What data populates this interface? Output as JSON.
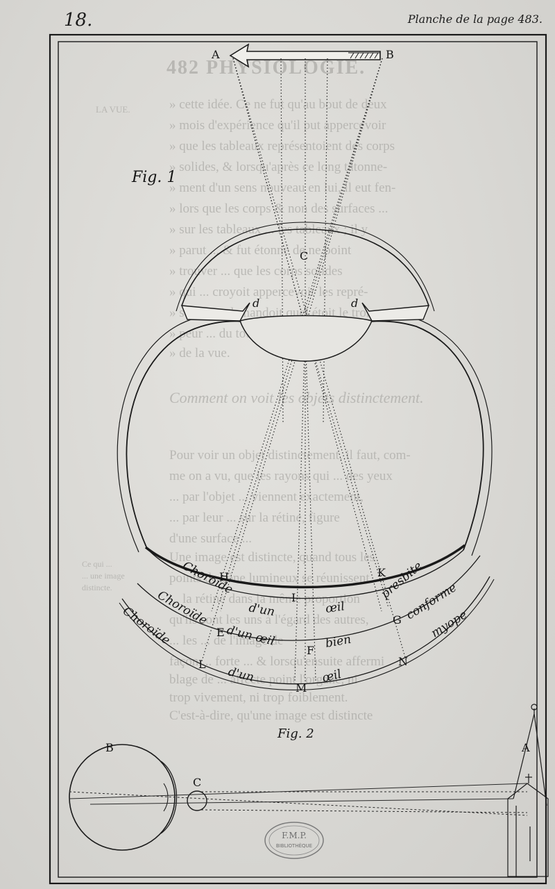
{
  "header": {
    "page_number": "18.",
    "plate_caption": "Planche de la page 483."
  },
  "bleed_through": {
    "title": "482 PHYSIOLOGIE.",
    "margin_note": "LA VUE.",
    "heading": "Comment on voit les objets distinctement.",
    "lines": [
      "» cette idée. Ce ne fut qu'au bout de deux",
      "» mois d'expérience qu'il put appercevoir",
      "» que les tableaux représentoient des corps",
      "» solides, & lorsqu'après ce long tâtonne-",
      "» ment d'un sens nouveau en lui, il eut fen-",
      "» lors que les corps & non des surfaces ...",
      "» sur les tableaux ... les tableaux ; il y",
      "» parut ... & fut étonné de ne point",
      "» trouver ... que les corps solides",
      "» qui ... croyoit appercevoir les repré-",
      "» senter ... demandoit quel étoit le trom-",
      "» peur ... du toucher ou du sens",
      "» de la vue."
    ],
    "lower_lines": [
      "Pour voir un objet distinctement, il faut, com-",
      "me on a vu, que les rayons qui ... des yeux",
      "... par l'objet ... viennent exactement,",
      "... par leur ... sur la rétine, figure",
      "d'une surface ...",
      "Une image est distincte, quand tous les",
      "points de cône lumineux se réunissent",
      "... la rétine dans la même proportion",
      "qu'ils sont les uns à l'égard des autres,",
      "... les ... de l'image de",
      "façon ... forte ... & lorsqu'ensuite affermi",
      "blage de ... affecte point l'organe, ni",
      "trop vivement, ni trop foiblement.",
      "C'est-à-dire, qu'une image est distincte"
    ],
    "side_notes": [
      "Ce qui ...",
      "... une image",
      "distincte."
    ]
  },
  "fig1": {
    "caption": "Fig. 1",
    "arrow_labels": {
      "left": "A",
      "right": "B"
    },
    "center_label": "C",
    "iris_labels": [
      "d",
      "d"
    ],
    "curve_words": {
      "inner": [
        "Choroïde",
        "d'un",
        "œil",
        "presbite"
      ],
      "middle": [
        "Choroïde",
        "d'un œil",
        "bien",
        "conforme"
      ],
      "outer": [
        "Choroïde",
        "d'un",
        "œil",
        "myope"
      ]
    },
    "point_labels": {
      "H": "H",
      "I": "I",
      "K": "K",
      "E": "E",
      "F": "F",
      "G": "G",
      "L": "L",
      "M": "M",
      "N": "N"
    }
  },
  "fig2": {
    "caption": "Fig. 2",
    "eye_label": "B",
    "lens_label": "C",
    "tower_label": "A"
  },
  "stamp": {
    "line1": "F.M.P.",
    "line2": "BIBLIOTHÈQUE"
  }
}
